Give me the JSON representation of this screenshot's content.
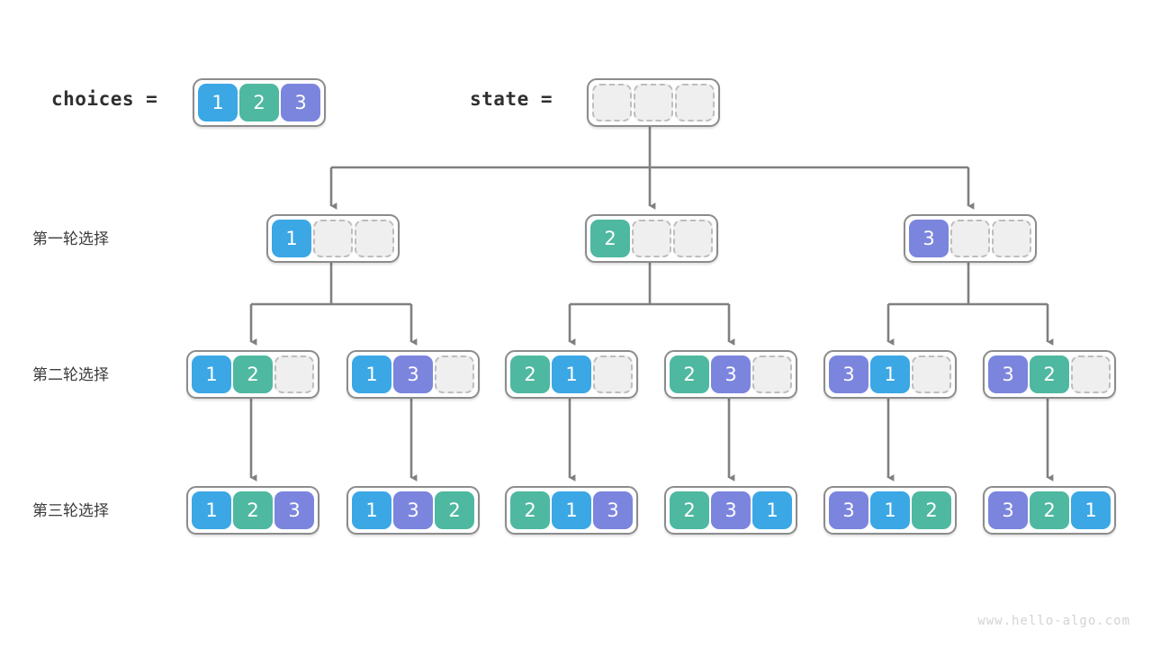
{
  "diagram": {
    "title": "permutation-backtracking-tree",
    "watermark": "www.hello-algo.com",
    "colors": {
      "value1": "#3ba7e5",
      "value2": "#4fb8a0",
      "value3": "#7b85dd",
      "empty_fill": "#efefef",
      "empty_border": "#bdbdbd",
      "node_border": "#8c8c8c",
      "wire": "#808080",
      "text": "#3b3b3b",
      "watermark": "#d3d3d3"
    },
    "header": {
      "choices_label": "choices =",
      "choices_values": [
        "1",
        "2",
        "3"
      ],
      "state_label": "state =",
      "state_values": [
        "",
        "",
        ""
      ]
    },
    "row_labels": [
      {
        "text": "第一轮选择"
      },
      {
        "text": "第二轮选择"
      },
      {
        "text": "第三轮选择"
      }
    ],
    "levels": [
      {
        "name": "round-1",
        "label": "第一轮选择",
        "nodes": [
          {
            "id": "n1",
            "cells": [
              "1",
              "",
              ""
            ]
          },
          {
            "id": "n2",
            "cells": [
              "2",
              "",
              ""
            ]
          },
          {
            "id": "n3",
            "cells": [
              "3",
              "",
              ""
            ]
          }
        ]
      },
      {
        "name": "round-2",
        "label": "第二轮选择",
        "nodes": [
          {
            "id": "n11",
            "cells": [
              "1",
              "2",
              ""
            ]
          },
          {
            "id": "n12",
            "cells": [
              "1",
              "3",
              ""
            ]
          },
          {
            "id": "n21",
            "cells": [
              "2",
              "1",
              ""
            ]
          },
          {
            "id": "n22",
            "cells": [
              "2",
              "3",
              ""
            ]
          },
          {
            "id": "n31",
            "cells": [
              "3",
              "1",
              ""
            ]
          },
          {
            "id": "n32",
            "cells": [
              "3",
              "2",
              ""
            ]
          }
        ]
      },
      {
        "name": "round-3",
        "label": "第三轮选择",
        "nodes": [
          {
            "id": "n111",
            "cells": [
              "1",
              "2",
              "3"
            ]
          },
          {
            "id": "n121",
            "cells": [
              "1",
              "3",
              "2"
            ]
          },
          {
            "id": "n211",
            "cells": [
              "2",
              "1",
              "3"
            ]
          },
          {
            "id": "n221",
            "cells": [
              "2",
              "3",
              "1"
            ]
          },
          {
            "id": "n311",
            "cells": [
              "3",
              "1",
              "2"
            ]
          },
          {
            "id": "n321",
            "cells": [
              "3",
              "2",
              "1"
            ]
          }
        ]
      }
    ]
  }
}
